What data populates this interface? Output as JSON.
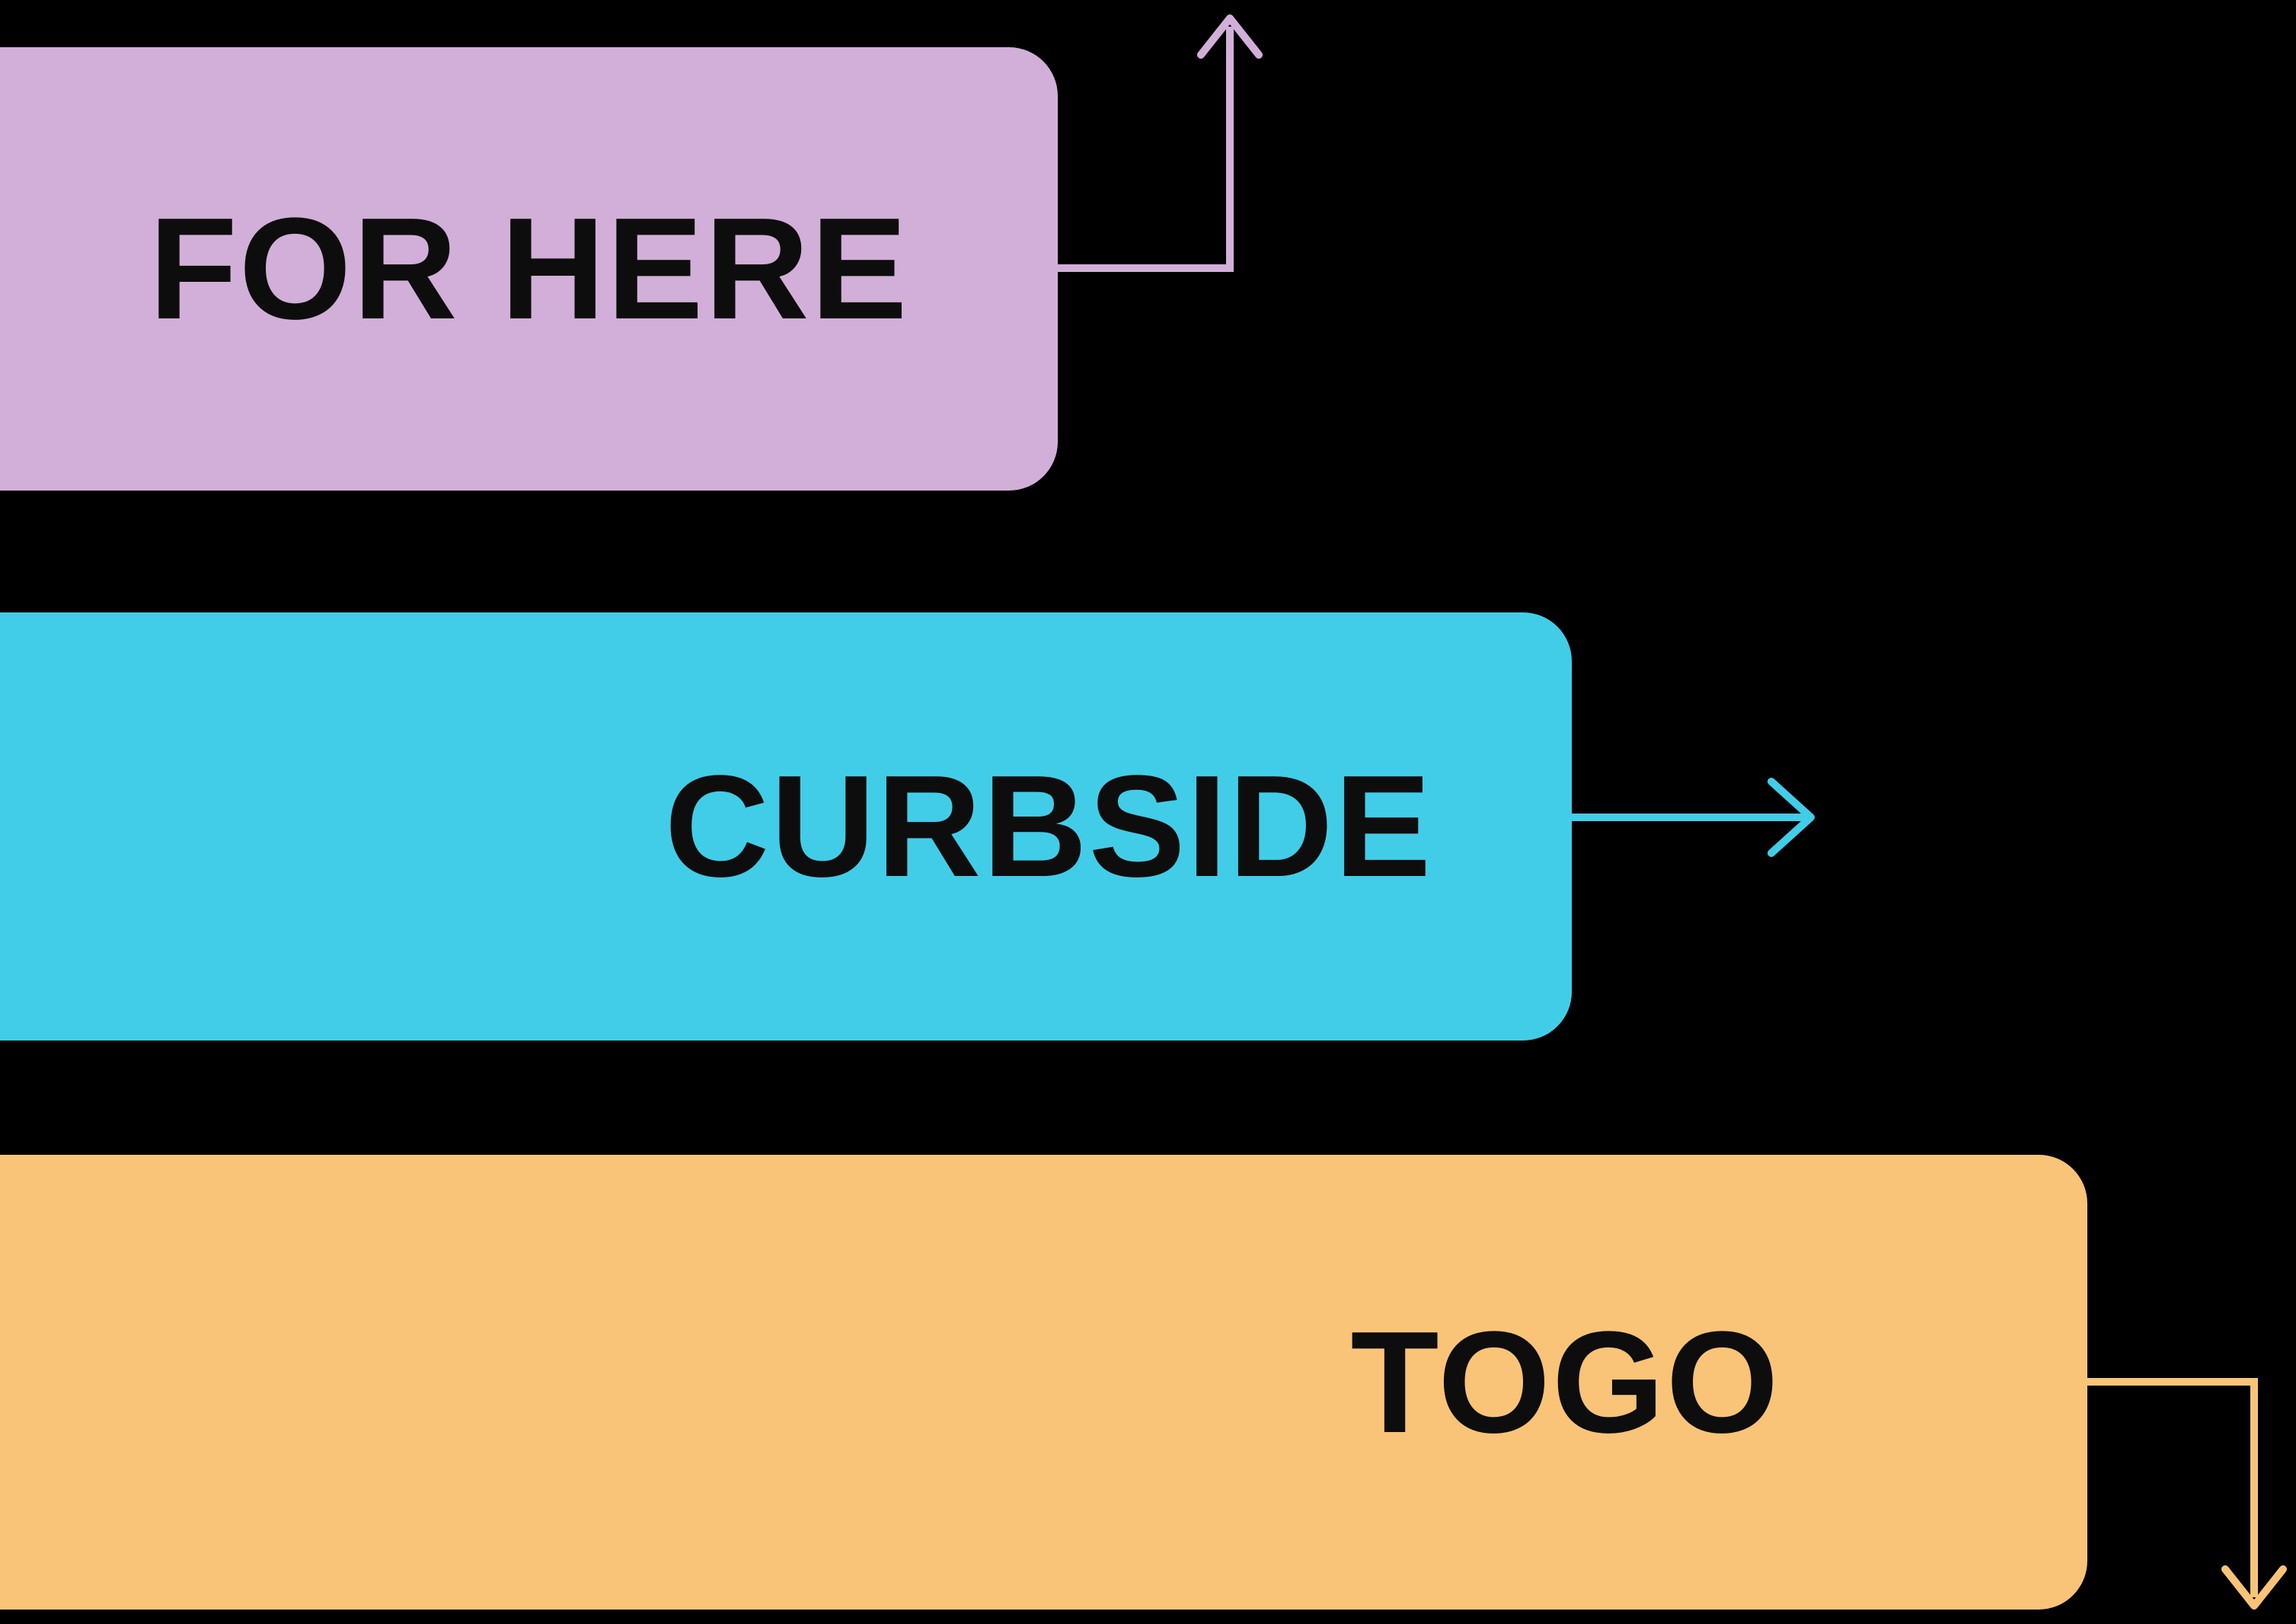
{
  "diagram": {
    "background_color": "#000000",
    "text_color": "#0d0d0d",
    "nodes": [
      {
        "id": "for-here",
        "label": "FOR HERE",
        "color": "#d2afd8",
        "arrow_direction": "up"
      },
      {
        "id": "curbside",
        "label": "CURBSIDE",
        "color": "#41cde8",
        "arrow_direction": "right"
      },
      {
        "id": "togo",
        "label": "TOGO",
        "color": "#f9c478",
        "arrow_direction": "down"
      }
    ]
  }
}
